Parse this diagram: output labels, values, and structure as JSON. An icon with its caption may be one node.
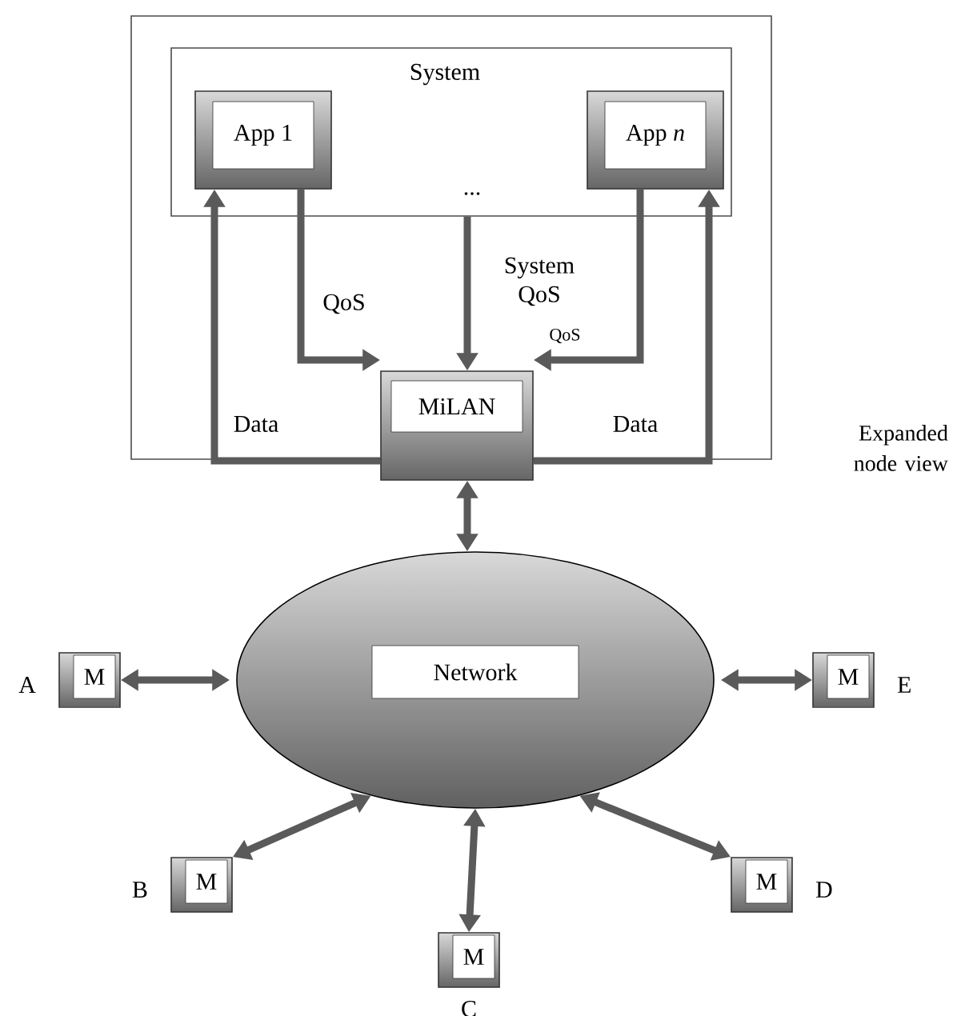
{
  "diagram": {
    "nodes": [
      {
        "text": [
          "Expanded node view"
        ]
      },
      {
        "text": [
          "System"
        ],
        "in": 0
      },
      {
        "text": [
          "App 1"
        ],
        "in": 1
      },
      {
        "text": [
          "App *n*"
        ],
        "in": 1
      },
      {
        "text": [
          "MiLAN"
        ]
      },
      {
        "text": [
          "Network"
        ]
      },
      {
        "text": [
          "M"
        ],
        "beside": [
          "A"
        ]
      },
      {
        "text": [
          "M"
        ],
        "beside": [
          "E"
        ]
      },
      {
        "text": [
          "M"
        ],
        "beside": [
          "B"
        ]
      },
      {
        "text": [
          "M"
        ],
        "beside": [
          "D"
        ]
      },
      {
        "text": [
          "M"
        ],
        "beside": [
          "C"
        ]
      }
    ],
    "edges": [
      {
        "from": 2,
        "to": 4,
        "arrow": "to",
        "label": "QoS"
      },
      {
        "from": 1,
        "to": 4,
        "arrow": "to",
        "label": "System QoS"
      },
      {
        "from": 3,
        "to": 4,
        "arrow": "to",
        "label": "QoS"
      },
      {
        "from": 4,
        "to": 2,
        "arrow": "to",
        "label": "Data"
      },
      {
        "from": 4,
        "to": 3,
        "arrow": "to",
        "label": "Data"
      },
      {
        "from": 4,
        "to": 5,
        "arrow": "both"
      },
      {
        "from": 6,
        "to": 5,
        "arrow": "both"
      },
      {
        "from": 7,
        "to": 5,
        "arrow": "both"
      },
      {
        "from": 8,
        "to": 5,
        "arrow": "both"
      },
      {
        "from": 9,
        "to": 5,
        "arrow": "both"
      },
      {
        "from": 10,
        "to": 5,
        "arrow": "both"
      }
    ],
    "labels": [
      "..."
    ]
  }
}
